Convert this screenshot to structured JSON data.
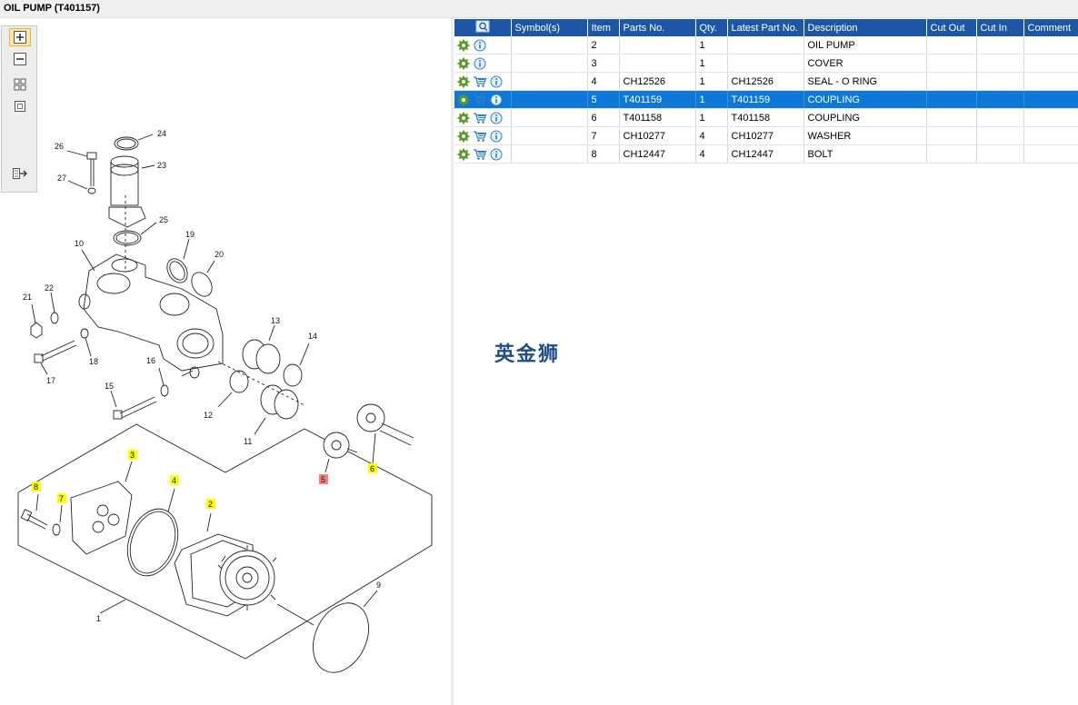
{
  "title": "OIL PUMP (T401157)",
  "toolbar": {
    "zoom_in": "zoom-in-icon",
    "zoom_out": "zoom-out-icon",
    "fit_all": "fit-all-icon",
    "fit_window": "fit-window-icon",
    "export": "export-icon"
  },
  "diagram": {
    "callouts": [
      "1",
      "2",
      "3",
      "4",
      "5",
      "6",
      "7",
      "8",
      "9",
      "10",
      "11",
      "12",
      "13",
      "14",
      "15",
      "16",
      "17",
      "18",
      "19",
      "20",
      "21",
      "22",
      "23",
      "24",
      "25",
      "26",
      "27"
    ],
    "highlight_color": "#ffff00",
    "selected_color": "#f07f7f"
  },
  "table": {
    "header_icon": "search-icon",
    "columns": [
      "Symbol(s)",
      "Item",
      "Parts No.",
      "Qty.",
      "Latest Part No.",
      "Description",
      "Cut Out",
      "Cut In",
      "Comment"
    ],
    "rows": [
      {
        "icons": [
          "gear",
          "info"
        ],
        "symbol": "",
        "item": "2",
        "part_no": "",
        "qty": "1",
        "latest": "",
        "desc": "OIL PUMP",
        "cut_out": "",
        "cut_in": "",
        "comment": ""
      },
      {
        "icons": [
          "gear",
          "info"
        ],
        "symbol": "",
        "item": "3",
        "part_no": "",
        "qty": "1",
        "latest": "",
        "desc": "COVER",
        "cut_out": "",
        "cut_in": "",
        "comment": ""
      },
      {
        "icons": [
          "gear",
          "cart",
          "info"
        ],
        "symbol": "",
        "item": "4",
        "part_no": "CH12526",
        "qty": "1",
        "latest": "CH12526",
        "desc": "SEAL - O RING",
        "cut_out": "",
        "cut_in": "",
        "comment": ""
      },
      {
        "icons": [
          "gear",
          "cart",
          "info"
        ],
        "symbol": "",
        "item": "5",
        "part_no": "T401159",
        "qty": "1",
        "latest": "T401159",
        "desc": "COUPLING",
        "cut_out": "",
        "cut_in": "",
        "comment": "",
        "selected": true
      },
      {
        "icons": [
          "gear",
          "cart",
          "info"
        ],
        "symbol": "",
        "item": "6",
        "part_no": "T401158",
        "qty": "1",
        "latest": "T401158",
        "desc": "COUPLING",
        "cut_out": "",
        "cut_in": "",
        "comment": ""
      },
      {
        "icons": [
          "gear",
          "cart",
          "info"
        ],
        "symbol": "",
        "item": "7",
        "part_no": "CH10277",
        "qty": "4",
        "latest": "CH10277",
        "desc": "WASHER",
        "cut_out": "",
        "cut_in": "",
        "comment": ""
      },
      {
        "icons": [
          "gear",
          "cart",
          "info"
        ],
        "symbol": "",
        "item": "8",
        "part_no": "CH12447",
        "qty": "4",
        "latest": "CH12447",
        "desc": "BOLT",
        "cut_out": "",
        "cut_in": "",
        "comment": ""
      }
    ]
  },
  "watermark": "英金狮",
  "colors": {
    "header": "#1e56a6",
    "selected_row": "#0f78d7",
    "gear": "#5a9a2a",
    "info": "#2f7fd0"
  }
}
